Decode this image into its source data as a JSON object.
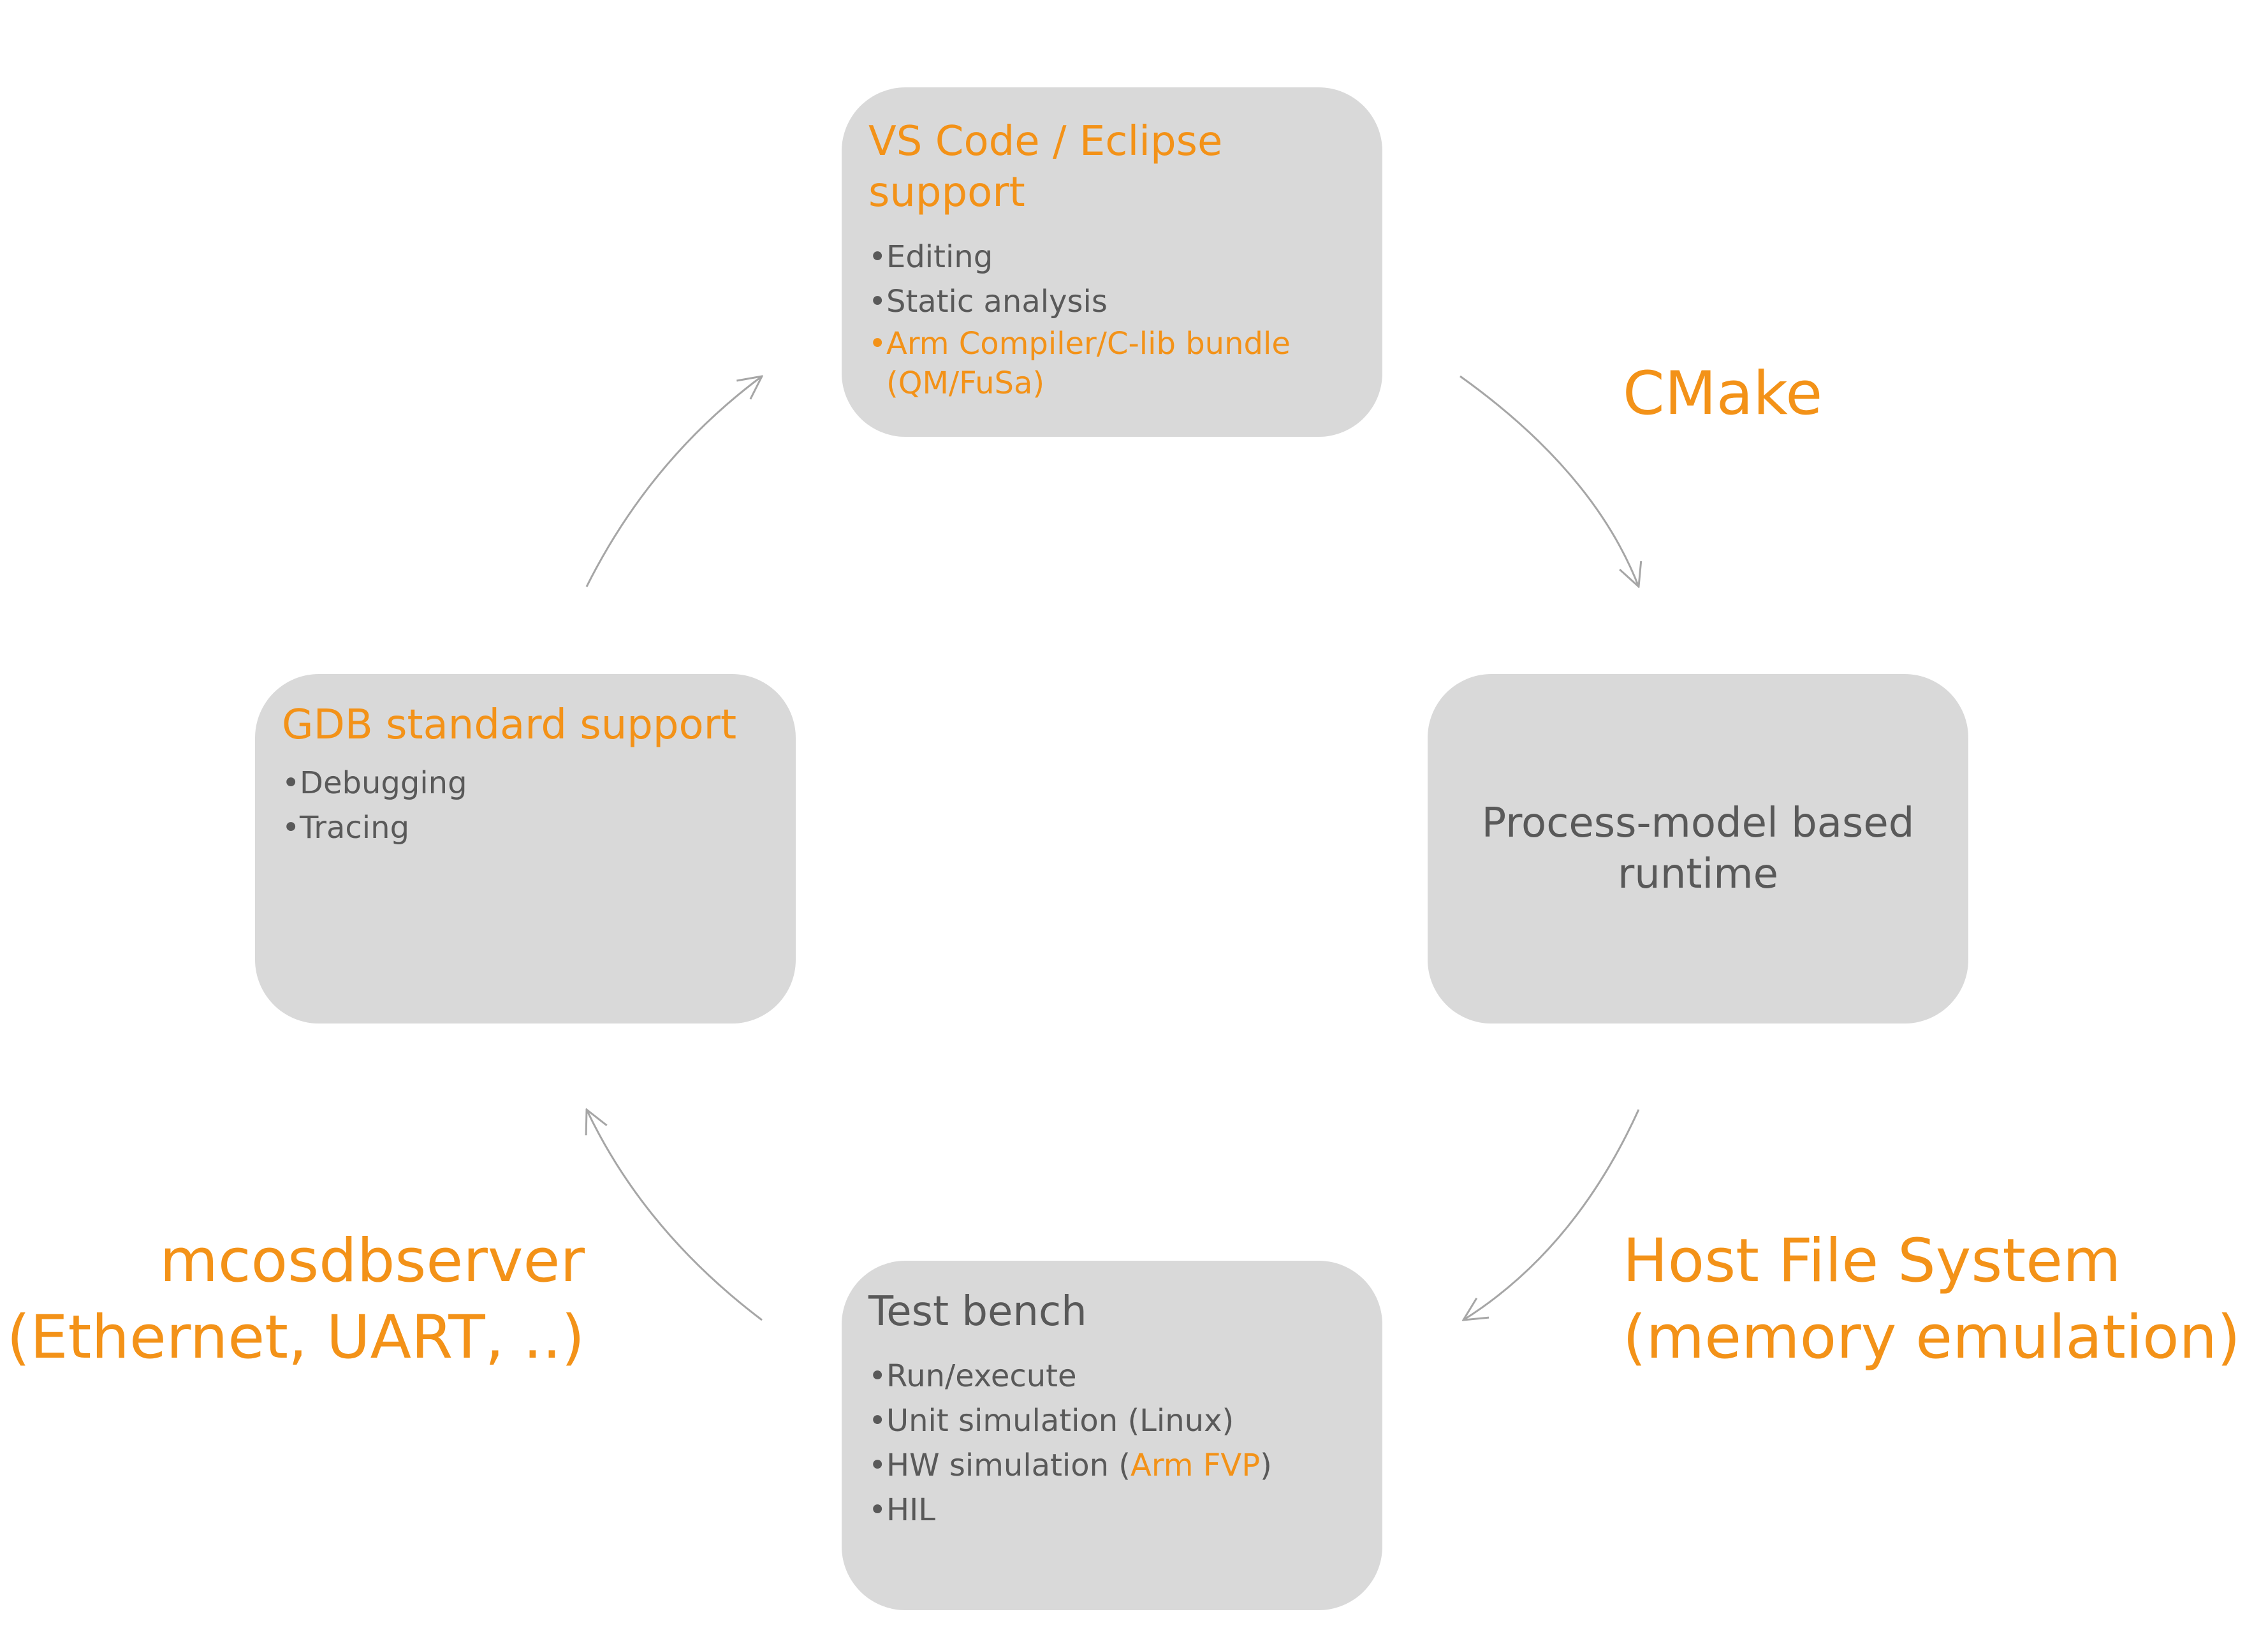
{
  "cards": {
    "top": {
      "title": "VS Code / Eclipse support",
      "items": [
        "Editing",
        "Static analysis",
        "Arm Compiler/C-lib bundle",
        "(QM/FuSa)"
      ]
    },
    "right": {
      "line1": "Process-model based",
      "line2": "runtime"
    },
    "bottom": {
      "title": "Test bench",
      "items": [
        "Run/execute",
        "Unit simulation (Linux)",
        "HW simulation  (",
        "Arm FVP",
        ")",
        "HIL"
      ]
    },
    "left": {
      "title": "GDB standard support",
      "items": [
        "Debugging",
        "Tracing"
      ]
    }
  },
  "labels": {
    "cmake": "CMake",
    "host_fs_line1": "Host File System",
    "host_fs_line2": "(memory emulation)",
    "mcos_line1": "mcosdbserver",
    "mcos_line2": "(Ethernet, UART, ..)"
  },
  "colors": {
    "accent": "#f39218",
    "card_fill": "#d9d9d9",
    "text": "#595959",
    "arrow": "#a6a6a6"
  }
}
